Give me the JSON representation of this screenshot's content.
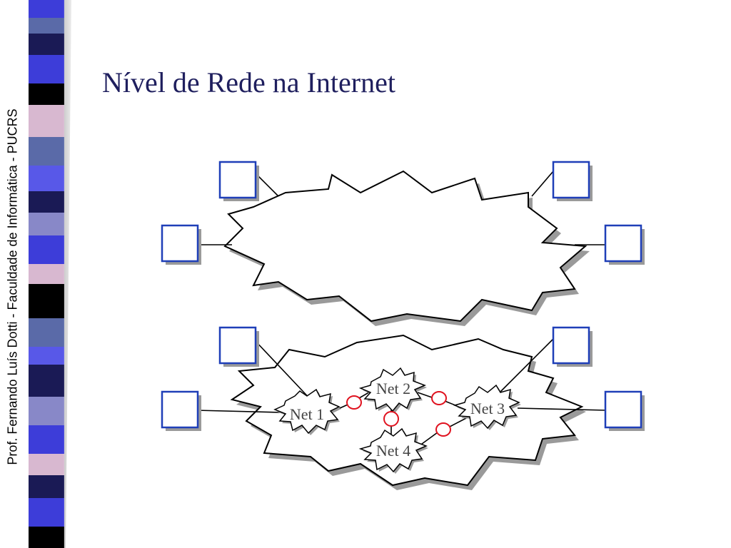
{
  "slide": {
    "title": "Nível de Rede na Internet",
    "side_text": "Prof. Fernando Luís Dotti - Faculdade de Informática - PUCRS"
  },
  "diagram": {
    "networks": [
      "Net 1",
      "Net 2",
      "Net 3",
      "Net 4"
    ],
    "colors": {
      "host_border": "#1f3fb8",
      "router": "#e0121f",
      "shadow": "#9a9a9a",
      "stripe_palette": [
        "#3d3dd9",
        "#1a1a55",
        "#5a6aa8",
        "#000000",
        "#d8b8d0",
        "#8888c8",
        "#5858e8"
      ]
    }
  }
}
